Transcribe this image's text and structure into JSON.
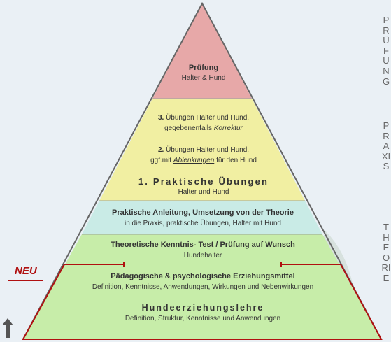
{
  "side_labels": {
    "top": "PRÜFUNG",
    "middle": "PRAXIS",
    "bottom": "THEORIE"
  },
  "badge": "NEU",
  "layers": {
    "pruefung": {
      "title": "Prüfung",
      "sub": "Halter & Hund"
    },
    "praxis": {
      "item3": {
        "num": "3.",
        "line1": "Übungen Halter und Hund,",
        "line2_prefix": "gegebenenfalls",
        "line2_emph": "Korrektur"
      },
      "item2": {
        "num": "2.",
        "line1": "Übungen Halter und Hund,",
        "line2_prefix": "ggf.mit",
        "line2_emph": "Ablenkungen",
        "line2_suffix": "für den Hund"
      },
      "item1": {
        "title": "1. Praktische Übungen",
        "sub": "Halter und Hund"
      }
    },
    "anleitung": {
      "title": "Praktische Anleitung, Umsetzung von der Theorie",
      "sub": "in die Praxis, praktische Übungen, Halter mit Hund"
    },
    "test": {
      "title": "Theoretische Kenntnis- Test / Prüfung auf Wunsch",
      "sub": "Hundehalter"
    },
    "paedagogik": {
      "title": "Pädagogische & psychologische Erziehungsmittel",
      "sub": "Definition, Kenntnisse, Anwendungen, Wirkungen und Nebenwirkungen"
    },
    "lehre": {
      "title": "Hundeerziehungslehre",
      "sub": "Definition, Struktur, Kenntnisse und Anwendungen"
    }
  },
  "colors": {
    "pruefung": "#e7a8a8",
    "praxis": "#f1efa2",
    "anleitung": "#c9ebe6",
    "theorie": "#c7eda9",
    "outline": "#666666",
    "accent": "#b01010"
  }
}
